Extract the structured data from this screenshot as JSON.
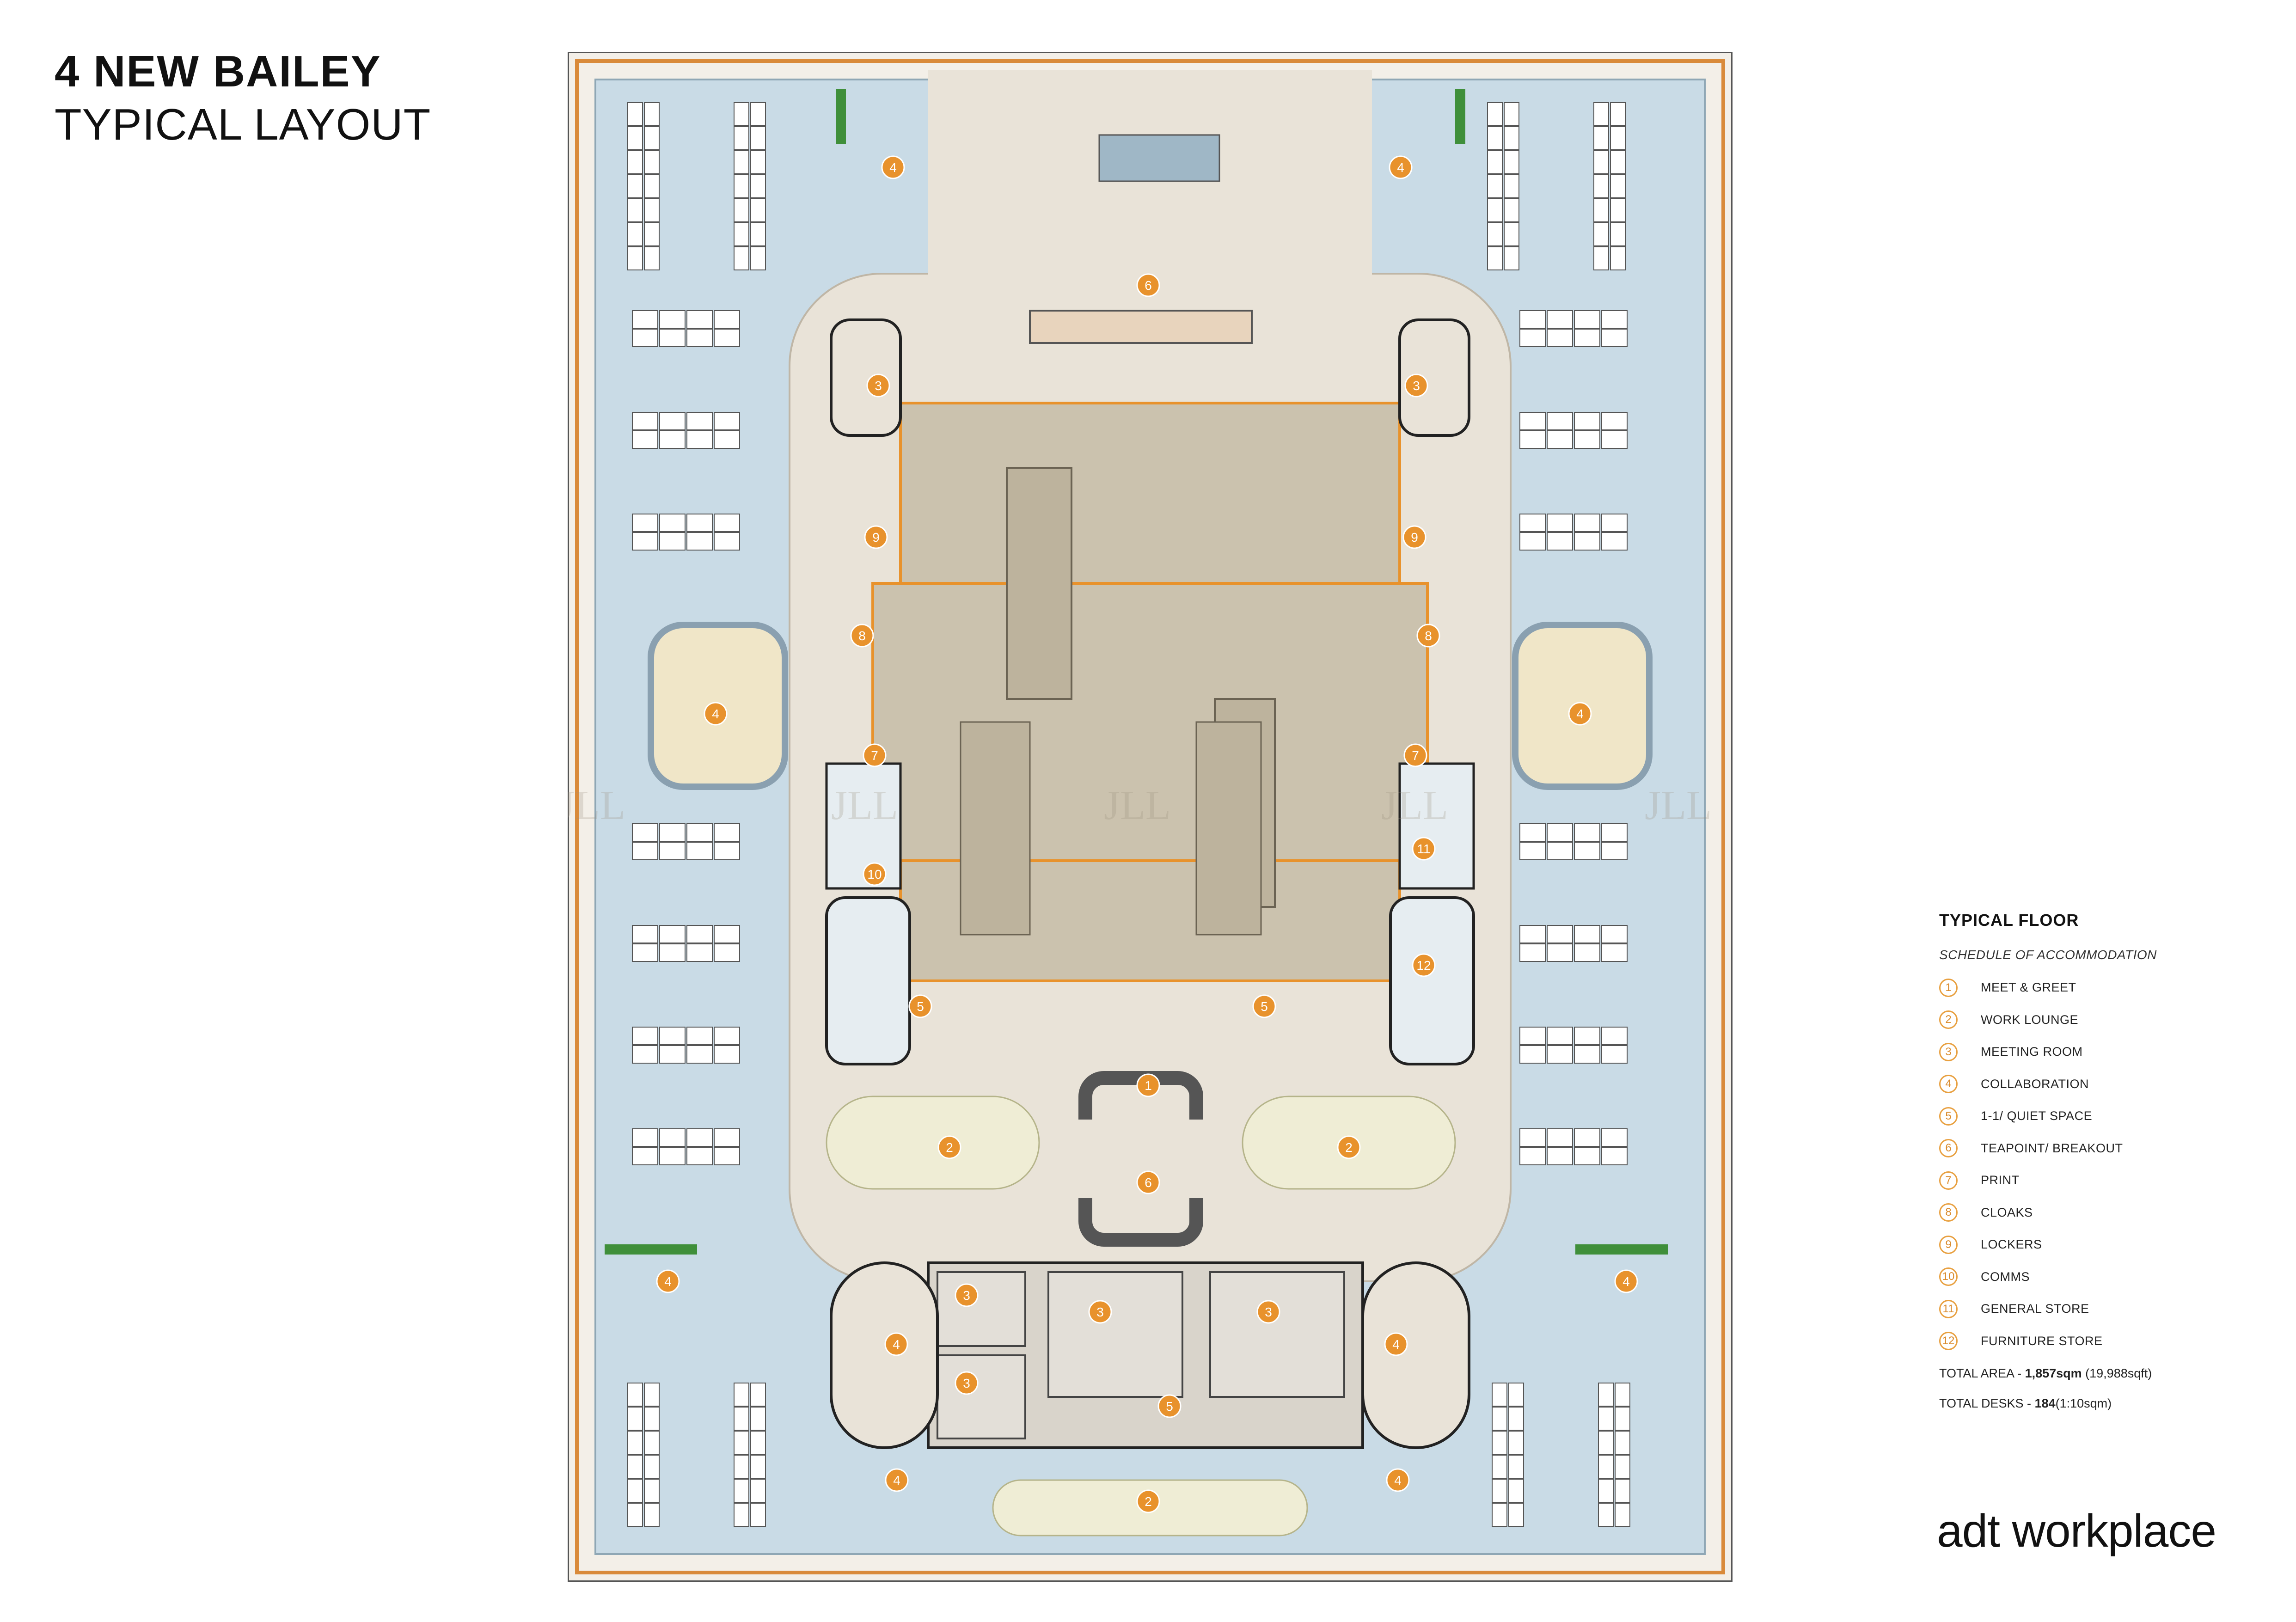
{
  "header": {
    "title": "4 NEW BAILEY",
    "subtitle": "TYPICAL LAYOUT"
  },
  "legend": {
    "heading": "TYPICAL FLOOR",
    "subheading": "SCHEDULE OF ACCOMMODATION",
    "items": [
      {
        "num": "1",
        "label": "MEET & GREET"
      },
      {
        "num": "2",
        "label": "WORK LOUNGE"
      },
      {
        "num": "3",
        "label": "MEETING ROOM"
      },
      {
        "num": "4",
        "label": "COLLABORATION"
      },
      {
        "num": "5",
        "label": "1-1/ QUIET SPACE"
      },
      {
        "num": "6",
        "label": "TEAPOINT/ BREAKOUT"
      },
      {
        "num": "7",
        "label": "PRINT"
      },
      {
        "num": "8",
        "label": "CLOAKS"
      },
      {
        "num": "9",
        "label": "LOCKERS"
      },
      {
        "num": "10",
        "label": "COMMS"
      },
      {
        "num": "11",
        "label": "GENERAL STORE"
      },
      {
        "num": "12",
        "label": "FURNITURE STORE"
      }
    ],
    "total_area_label": "TOTAL AREA - ",
    "total_area_value": "1,857sqm",
    "total_area_note": " (19,988sqft)",
    "total_desks_label": "TOTAL DESKS - ",
    "total_desks_value": "184",
    "total_desks_note": "(1:10sqm)"
  },
  "brand": "adt workplace",
  "watermark": "JLL",
  "plan": {
    "markers": [
      {
        "n": "1"
      },
      {
        "n": "2"
      },
      {
        "n": "2"
      },
      {
        "n": "2"
      },
      {
        "n": "3"
      },
      {
        "n": "3"
      },
      {
        "n": "3"
      },
      {
        "n": "3"
      },
      {
        "n": "3"
      },
      {
        "n": "3"
      },
      {
        "n": "4"
      },
      {
        "n": "4"
      },
      {
        "n": "4"
      },
      {
        "n": "4"
      },
      {
        "n": "4"
      },
      {
        "n": "4"
      },
      {
        "n": "4"
      },
      {
        "n": "4"
      },
      {
        "n": "4"
      },
      {
        "n": "4"
      },
      {
        "n": "5"
      },
      {
        "n": "5"
      },
      {
        "n": "5"
      },
      {
        "n": "6"
      },
      {
        "n": "6"
      },
      {
        "n": "7"
      },
      {
        "n": "7"
      },
      {
        "n": "8"
      },
      {
        "n": "8"
      },
      {
        "n": "9"
      },
      {
        "n": "9"
      },
      {
        "n": "10"
      },
      {
        "n": "11"
      },
      {
        "n": "12"
      }
    ]
  },
  "colors": {
    "floor": "#c9dbe6",
    "inner_floor": "#e9e3d8",
    "core": "#cbc2ae",
    "accent": "#e8922c",
    "wall": "#1a1a1a",
    "desk": "#ffffff",
    "green": "#3f8f3a",
    "brown": "#9b5a3c"
  }
}
